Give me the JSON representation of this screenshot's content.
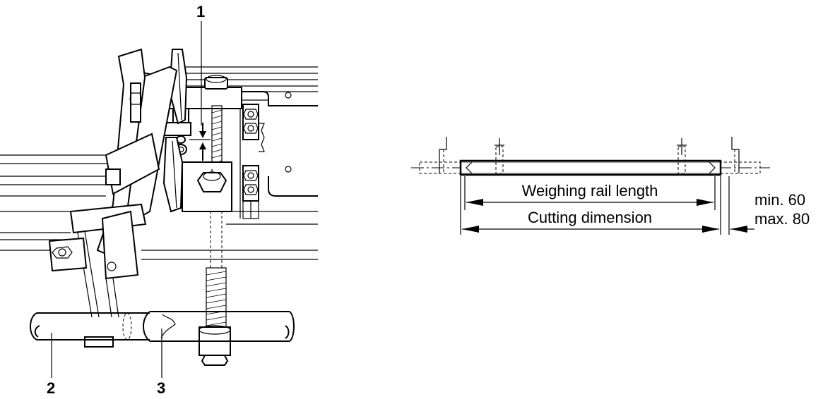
{
  "callouts": {
    "one": "1",
    "two": "2",
    "three": "3"
  },
  "dimensions": {
    "weighing_rail_length": "Weighing rail length",
    "cutting_dimension": "Cutting dimension",
    "min": "min. 60",
    "max": "max. 80"
  }
}
